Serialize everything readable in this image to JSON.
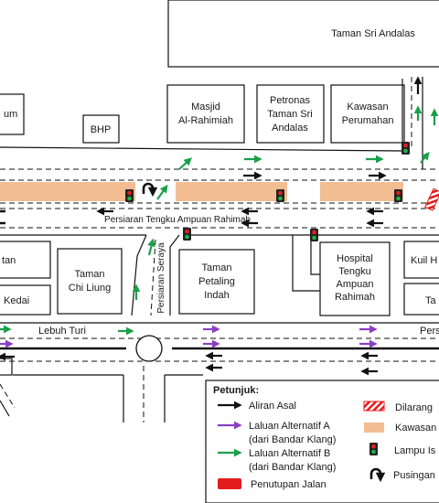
{
  "map": {
    "colors": {
      "original_flow": "#111111",
      "alt_a": "#8a3fc4",
      "alt_b": "#1aa04a",
      "closure": "#e41b1b",
      "construction": "#f2bd93",
      "prohibited": "#e41b1b",
      "signal_body": "#222222",
      "signal_red": "#e22020",
      "signal_green": "#22b14c"
    },
    "buildings": {
      "taman_sri_andalas": "Taman Sri Andalas",
      "masjid_l1": "Masjid",
      "masjid_l2": "Al-Rahimiah",
      "petronas_l1": "Petronas",
      "petronas_l2": "Taman Sri",
      "petronas_l3": "Andalas",
      "kawasan_l1": "Kawasan",
      "kawasan_l2": "Perumahan",
      "bhp": "BHP",
      "left_top_fragment": "um",
      "left_mid_fragment": "tan",
      "kedai_fragment": "Kedai",
      "chi_liung_l1": "Taman",
      "chi_liung_l2": "Chi Liung",
      "petaling_l1": "Taman",
      "petaling_l2": "Petaling",
      "petaling_l3": "Indah",
      "hospital_l1": "Hospital",
      "hospital_l2": "Tengku",
      "hospital_l3": "Ampuan",
      "hospital_l4": "Rahimah",
      "kuil_fragment": "Kuil H",
      "ta_fragment": "Ta"
    },
    "roads": {
      "persiaran_tengku": "Persiaran Tengku Ampuan Rahimah",
      "persiaran_seraya": "Persiaran Seraya",
      "lebuh_turi": "Lebuh Turi",
      "pers_fragment": "Pers"
    }
  },
  "legend": {
    "title": "Petunjuk:",
    "items": {
      "original_flow": "Aliran Asal",
      "alt_a_l1": "Laluan Alternatif A",
      "alt_a_l2": "(dari Bandar Klang)",
      "alt_b_l1": "Laluan Alternatif B",
      "alt_b_l2": "(dari Bandar Klang)",
      "closure": "Penutupan Jalan",
      "prohibited": "Dilarang",
      "construction": "Kawasan",
      "signal": "Lampu Is",
      "uturn": "Pusingan"
    }
  }
}
